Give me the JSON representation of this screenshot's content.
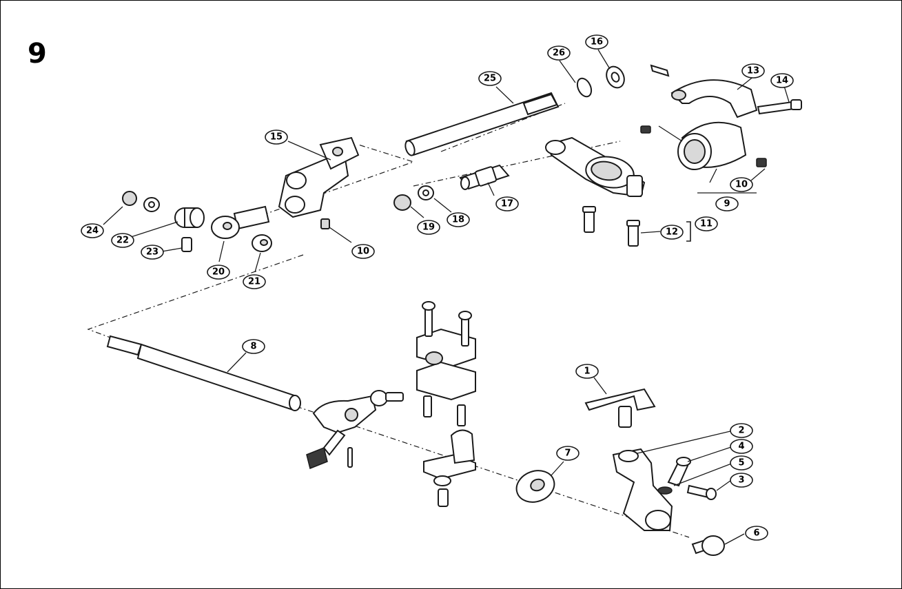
{
  "page": {
    "number": "9"
  },
  "callouts": [
    "1",
    "2",
    "3",
    "4",
    "5",
    "6",
    "7",
    "8",
    "9",
    "10",
    "10",
    "11",
    "12",
    "13",
    "14",
    "15",
    "16",
    "17",
    "18",
    "19",
    "20",
    "21",
    "22",
    "23",
    "24",
    "25",
    "26"
  ],
  "colors": {
    "ink": "#1a1a1a",
    "background": "#ffffff",
    "shade": "#d9d9d9"
  }
}
